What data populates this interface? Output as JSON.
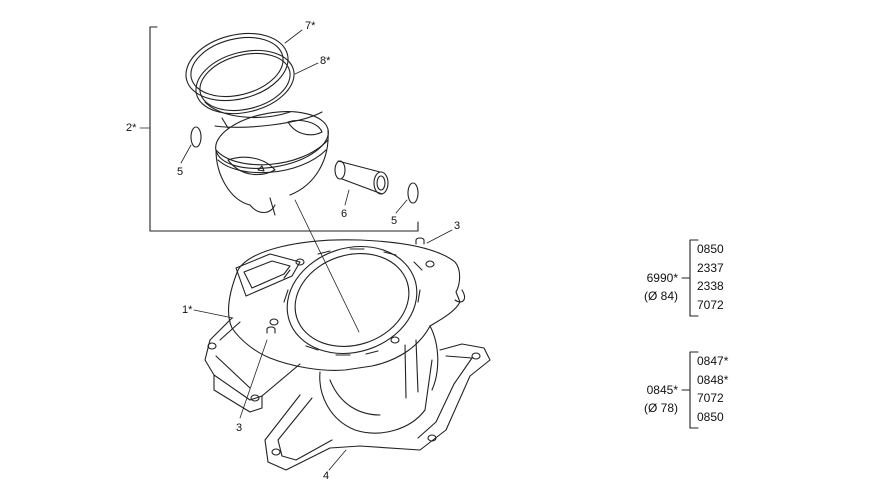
{
  "callouts": {
    "c7": "7*",
    "c8": "8*",
    "c2": "2*",
    "c5a": "5",
    "c6": "6",
    "c5b": "5",
    "c3a": "3",
    "c1": "1*",
    "c3b": "3",
    "c4": "4"
  },
  "group1": {
    "code": "6990*",
    "bore": "(Ø 84)",
    "items": [
      "0850",
      "2337",
      "2338",
      "7072"
    ]
  },
  "group2": {
    "code": "0845*",
    "bore": "(Ø 78)",
    "items": [
      "0847*",
      "0848*",
      "7072",
      "0850"
    ]
  },
  "colors": {
    "line": "#222222",
    "background": "#ffffff"
  }
}
